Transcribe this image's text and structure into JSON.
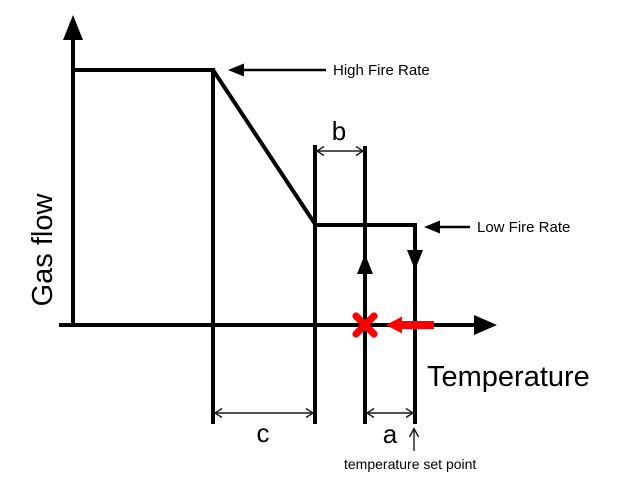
{
  "labels": {
    "y_axis": "Gas flow",
    "x_axis": "Temperature",
    "high_fire_rate": "High Fire Rate",
    "low_fire_rate": "Low Fire Rate",
    "temperature_set_point": "temperature set point",
    "dim_a": "a",
    "dim_b": "b",
    "dim_c": "c"
  },
  "colors": {
    "line": "#000000",
    "highlight_red": "#ff0000",
    "background": "#ffffff"
  }
}
